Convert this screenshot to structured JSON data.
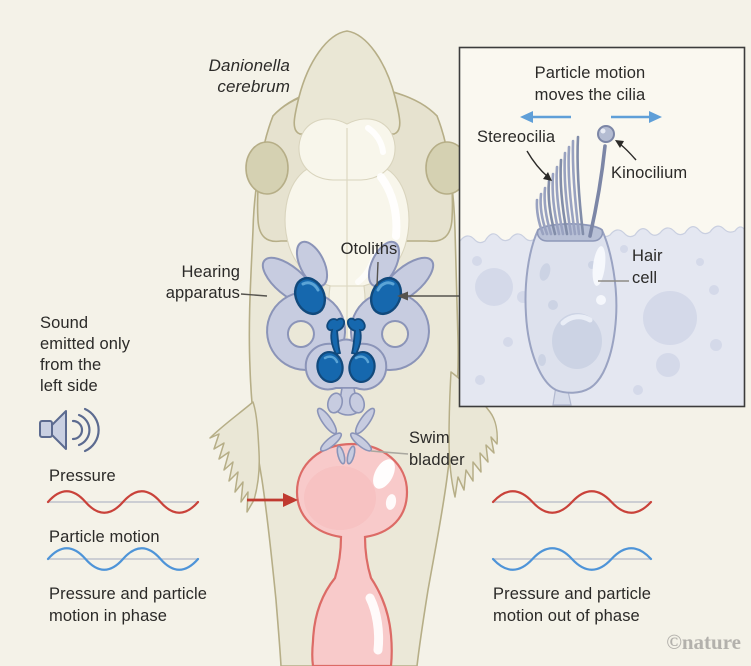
{
  "figure": {
    "species": {
      "line1": "Danionella",
      "line2": "cerebrum"
    },
    "fish_labels": {
      "otoliths": "Otoliths",
      "hearing_apparatus": [
        "Hearing",
        "apparatus"
      ],
      "swim_bladder": [
        "Swim",
        "bladder"
      ]
    },
    "left_panel": {
      "sound_note": [
        "Sound",
        "emitted only",
        "from the",
        "left side"
      ],
      "pressure_label": "Pressure",
      "particle_motion_label": "Particle motion",
      "phase_caption": [
        "Pressure and particle",
        "motion in phase"
      ]
    },
    "right_panel": {
      "phase_caption": [
        "Pressure and particle",
        "motion out of phase"
      ]
    },
    "inset": {
      "title": [
        "Particle motion",
        "moves the cilia"
      ],
      "stereocilia_label": "Stereocilia",
      "kinocilium_label": "Kinocilium",
      "hair_cell_label": [
        "Hair",
        "cell"
      ]
    },
    "credit": "©nature",
    "icons": {
      "speaker": "speaker-with-sound-waves-icon",
      "red_arrow": "sound-direction-arrow",
      "blue_arrows": "particle-motion-direction-arrows"
    },
    "colors": {
      "background": "#f4f2e8",
      "fish_body": "#ebe8d8",
      "fish_outline": "#b6ae87",
      "brain_cream": "#f8f6eb",
      "hearing_apparatus": "#c7cce0",
      "hearing_outline": "#8b94b8",
      "otolith_blue": "#1668ae",
      "otolith_outline": "#11497c",
      "swim_bladder_pink": "#f8caca",
      "swim_bladder_outline": "#dc6b66",
      "pressure_wave_red": "#c9423a",
      "particle_wave_blue": "#4e94d8",
      "baseline_gray": "#bfc2cc",
      "arrow_red": "#c03a30",
      "arrow_blue": "#5f9fd8",
      "inset_background": "#faf8f0",
      "inset_border": "#3c3c3c",
      "tissue_blue_gray": "#e4e7f1",
      "text": "#2b2a28",
      "credit_gray": "#b3b1ac"
    }
  }
}
